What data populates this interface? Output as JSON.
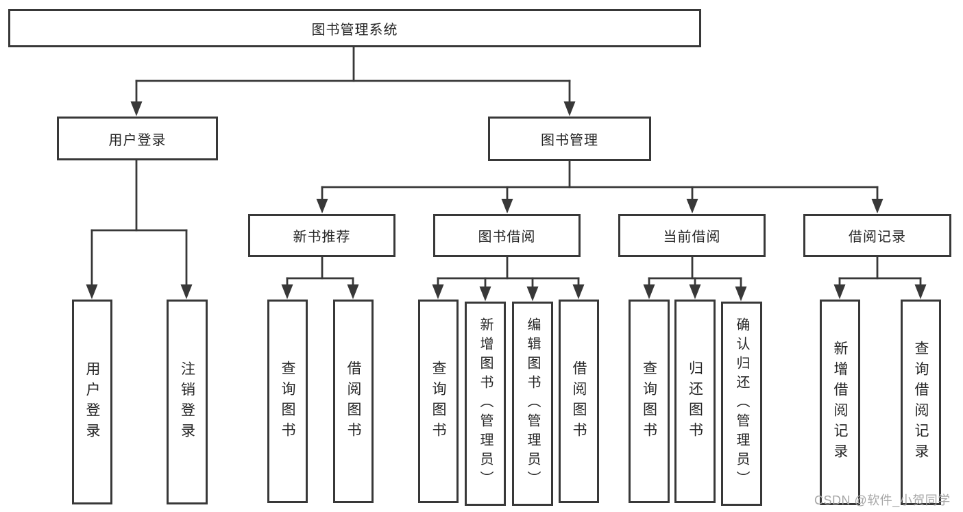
{
  "diagram": {
    "root": {
      "label": "图书管理系统"
    },
    "branches": [
      {
        "label": "用户登录",
        "children": [
          {
            "label": "用户登录"
          },
          {
            "label": "注销登录"
          }
        ]
      },
      {
        "label": "图书管理",
        "children": [
          {
            "label": "新书推荐",
            "children": [
              {
                "label": "查询图书"
              },
              {
                "label": "借阅图书"
              }
            ]
          },
          {
            "label": "图书借阅",
            "children": [
              {
                "label": "查询图书"
              },
              {
                "label": "新增图书（管理员）"
              },
              {
                "label": "编辑图书（管理员）"
              },
              {
                "label": "借阅图书"
              }
            ]
          },
          {
            "label": "当前借阅",
            "children": [
              {
                "label": "查询图书"
              },
              {
                "label": "归还图书"
              },
              {
                "label": "确认归还（管理员）"
              }
            ]
          },
          {
            "label": "借阅记录",
            "children": [
              {
                "label": "新增借阅记录"
              },
              {
                "label": "查询借阅记录"
              }
            ]
          }
        ]
      }
    ]
  },
  "watermark": {
    "text": "CSDN @软件_小贺同学"
  },
  "colors": {
    "line": "#383838",
    "text": "#262626",
    "background": "#ffffff",
    "watermark": "#a6a6a6"
  }
}
